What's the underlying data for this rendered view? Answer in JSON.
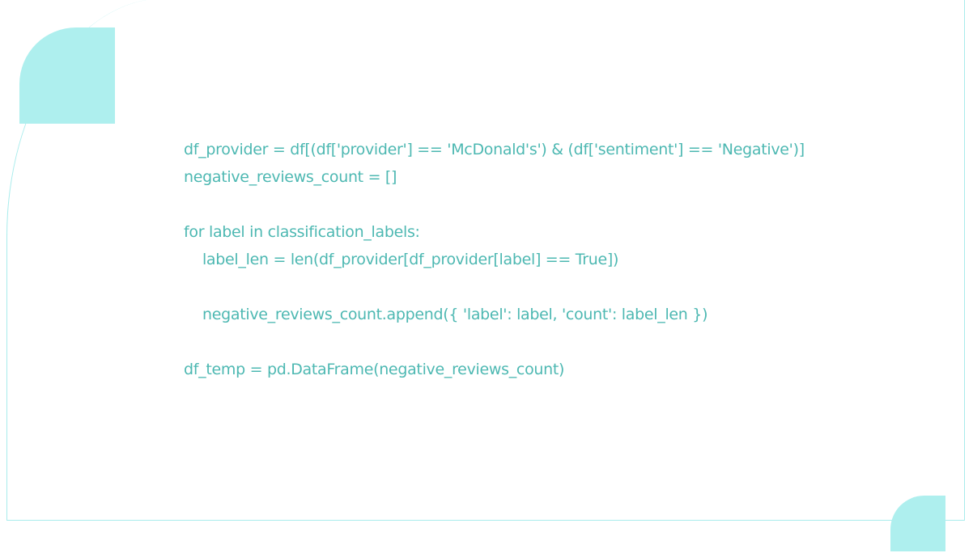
{
  "colors": {
    "accent": "#aeefee",
    "code": "#4db8b2"
  },
  "code_lines": [
    "df_provider = df[(df['provider'] == 'McDonald's') & (df['sentiment'] == 'Negative')]",
    "negative_reviews_count = []",
    "",
    "for label in classification_labels:",
    "    label_len = len(df_provider[df_provider[label] == True])",
    "",
    "    negative_reviews_count.append({ 'label': label, 'count': label_len })",
    "",
    "df_temp = pd.DataFrame(negative_reviews_count)"
  ]
}
